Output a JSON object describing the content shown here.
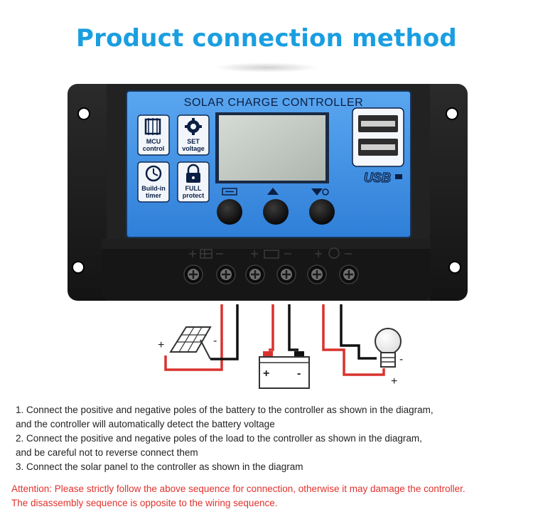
{
  "title": "Product connection method",
  "controller": {
    "header": "SOLAR CHARGE CONTROLLER",
    "usb_label": "USB",
    "features": [
      {
        "icon": "mcu-chip-icon",
        "line1": "MCU",
        "line2": "control"
      },
      {
        "icon": "gear-icon",
        "line1": "SET",
        "line2": "voltage"
      },
      {
        "icon": "clock-icon",
        "line1": "Build-in",
        "line2": "timer"
      },
      {
        "icon": "lock-icon",
        "line1": "FULL",
        "line2": "protect"
      }
    ],
    "buttons": [
      "battery-button",
      "up-button",
      "down-button"
    ]
  },
  "components": {
    "solar_panel_plus": "+",
    "solar_panel_minus": "-",
    "battery_plus": "+",
    "battery_minus": "-",
    "load_minus": "-",
    "load_plus": "+"
  },
  "instructions": [
    "1. Connect the positive and negative poles of the battery to the controller as shown in the diagram,",
    "and the controller will automatically detect the battery voltage",
    "2. Connect the positive and negative poles of the load to the controller as shown in the diagram,",
    "and be careful not to reverse connect them",
    "3. Connect the solar panel to the controller as shown in the diagram"
  ],
  "warnings": [
    "Attention: Please strictly follow the above sequence for connection, otherwise it may damage the controller.",
    "The disassembly sequence is opposite to the wiring sequence."
  ],
  "colors": {
    "title": "#1a9ee0",
    "panel_blue": "#3d8fe6",
    "housing": "#1e1e1e",
    "wire_red": "#d8322e",
    "wire_black": "#111111",
    "warning": "#e0322c"
  }
}
